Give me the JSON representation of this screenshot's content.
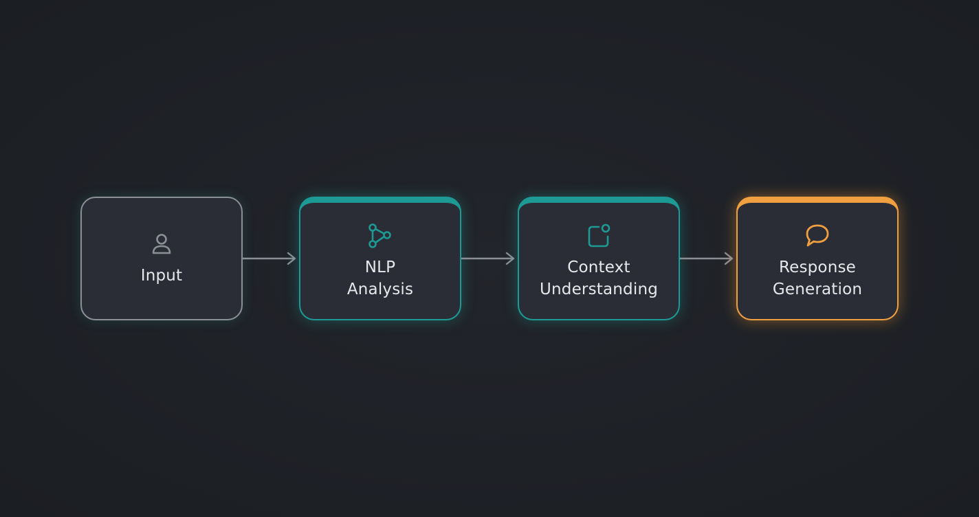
{
  "nodes": [
    {
      "id": "input",
      "line1": "Input",
      "line2": "",
      "icon": "user-icon",
      "color": "#8b9096"
    },
    {
      "id": "nlp",
      "line1": "NLP",
      "line2": "Analysis",
      "icon": "nodes-icon",
      "color": "#1d9a94"
    },
    {
      "id": "context",
      "line1": "Context",
      "line2": "Understanding",
      "icon": "app-notification-icon",
      "color": "#1d9a94"
    },
    {
      "id": "response",
      "line1": "Response",
      "line2": "Generation",
      "icon": "chat-bubble-icon",
      "color": "#f0a040"
    }
  ],
  "colors": {
    "background": "#1e2126",
    "node_fill": "#2a2d35",
    "teal": "#1d9a94",
    "orange": "#f0a040",
    "neutral": "#8b9096",
    "arrow": "#8b9096",
    "text": "#e6e8ea"
  }
}
